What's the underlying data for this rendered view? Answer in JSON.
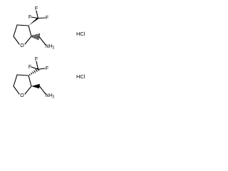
{
  "molecules": [
    {
      "ring_oxygen": "O",
      "substituent": "CF3",
      "fluorine_top": "F",
      "fluorine_left": "F",
      "fluorine_right": "F",
      "amine": "NH2",
      "salt": "HCl"
    },
    {
      "ring_oxygen": "O",
      "substituent": "CF3",
      "fluorine_top": "F",
      "fluorine_left": "F",
      "fluorine_right": "F",
      "amine": "NH2",
      "salt": "HCl"
    }
  ]
}
